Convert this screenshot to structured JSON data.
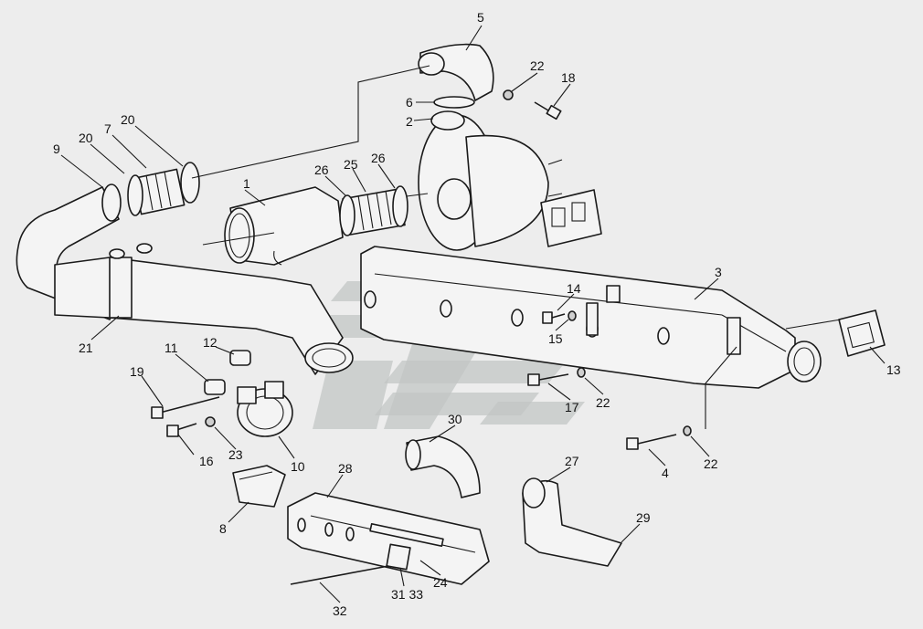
{
  "callouts": [
    {
      "id": "c1",
      "text": "1"
    },
    {
      "id": "c2",
      "text": "2"
    },
    {
      "id": "c3",
      "text": "3"
    },
    {
      "id": "c4",
      "text": "4"
    },
    {
      "id": "c5",
      "text": "5"
    },
    {
      "id": "c6",
      "text": "6"
    },
    {
      "id": "c7",
      "text": "7"
    },
    {
      "id": "c8",
      "text": "8"
    },
    {
      "id": "c9",
      "text": "9"
    },
    {
      "id": "c10",
      "text": "10"
    },
    {
      "id": "c11",
      "text": "11"
    },
    {
      "id": "c12",
      "text": "12"
    },
    {
      "id": "c13",
      "text": "13"
    },
    {
      "id": "c14",
      "text": "14"
    },
    {
      "id": "c15",
      "text": "15"
    },
    {
      "id": "c16",
      "text": "16"
    },
    {
      "id": "c17",
      "text": "17"
    },
    {
      "id": "c18",
      "text": "18"
    },
    {
      "id": "c19",
      "text": "19"
    },
    {
      "id": "c20a",
      "text": "20"
    },
    {
      "id": "c20b",
      "text": "20"
    },
    {
      "id": "c21",
      "text": "21"
    },
    {
      "id": "c22a",
      "text": "22"
    },
    {
      "id": "c22b",
      "text": "22"
    },
    {
      "id": "c22c",
      "text": "22"
    },
    {
      "id": "c23",
      "text": "23"
    },
    {
      "id": "c24",
      "text": "24"
    },
    {
      "id": "c25",
      "text": "25"
    },
    {
      "id": "c26a",
      "text": "26"
    },
    {
      "id": "c26b",
      "text": "26"
    },
    {
      "id": "c27",
      "text": "27"
    },
    {
      "id": "c28",
      "text": "28"
    },
    {
      "id": "c29",
      "text": "29"
    },
    {
      "id": "c30",
      "text": "30"
    },
    {
      "id": "c3133",
      "text": "31 33"
    },
    {
      "id": "c32",
      "text": "32"
    }
  ]
}
